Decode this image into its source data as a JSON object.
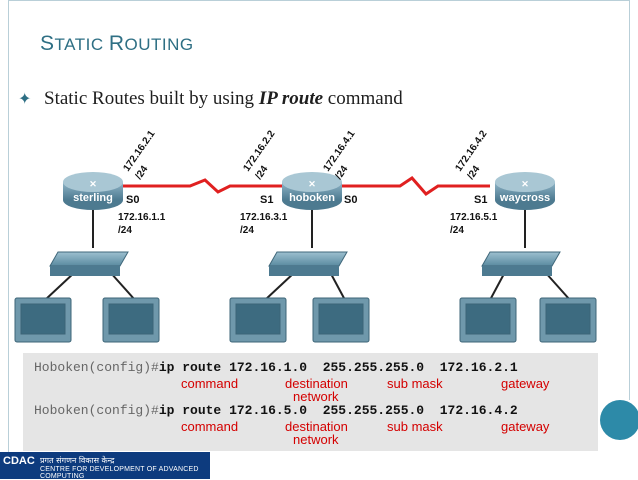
{
  "slide": {
    "title_first_letter": "S",
    "title_rest_1": "TATIC ",
    "title_second_letter": "R",
    "title_rest_2": "OUTING",
    "bullet_prefix": "Static Routes built by using ",
    "bullet_emph": "IP route",
    "bullet_suffix": " command"
  },
  "network": {
    "routers": [
      {
        "name": "sterling"
      },
      {
        "name": "hoboken"
      },
      {
        "name": "waycross"
      }
    ],
    "interface_labels": [
      "S0",
      "S1",
      "S0",
      "S1"
    ],
    "router_ips": [
      {
        "ip": "172.16.1.1",
        "mask": "/24"
      },
      {
        "ip": "172.16.3.1",
        "mask": "/24"
      },
      {
        "ip": "172.16.5.1",
        "mask": "/24"
      }
    ],
    "link_labels": [
      {
        "ip": "172.16.2.1",
        "mask": "/24"
      },
      {
        "ip": "172.16.2.2",
        "mask": "/24"
      },
      {
        "ip": "172.16.4.1",
        "mask": "/24"
      },
      {
        "ip": "172.16.4.2",
        "mask": "/24"
      }
    ],
    "link_color": "#e02020",
    "device_color": "#5a8aa0"
  },
  "commands": [
    {
      "prompt": "Hoboken(config)#",
      "keyword": "ip route",
      "destination": "172.16.1.0",
      "mask": "255.255.255.0",
      "gateway": "172.16.2.1",
      "labels": {
        "command": "command",
        "destination": "destination",
        "network": "network",
        "mask": "sub mask",
        "gateway": "gateway"
      }
    },
    {
      "prompt": "Hoboken(config)#",
      "keyword": "ip route",
      "destination": "172.16.5.0",
      "mask": "255.255.255.0",
      "gateway": "172.16.4.2",
      "labels": {
        "command": "command",
        "destination": "destination",
        "network": "network",
        "mask": "sub mask",
        "gateway": "gateway"
      }
    }
  ],
  "footer": {
    "logo_text": "CDAC",
    "hindi_text": "प्रगत संगणन विकास केन्द्र",
    "english_text": "CENTRE FOR DEVELOPMENT OF ADVANCED COMPUTING"
  },
  "colors": {
    "accent": "#2e6f84",
    "label_red": "#d40000",
    "circle": "#2d8aa8",
    "footer_bg": "#0d3b7e"
  }
}
